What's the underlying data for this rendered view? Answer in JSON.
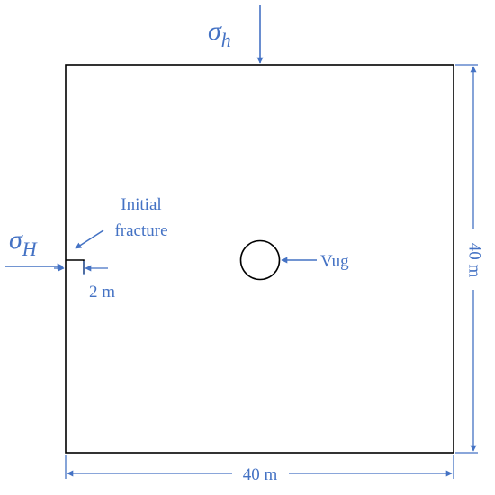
{
  "stress": {
    "vertical_symbol": "σ",
    "vertical_subscript": "h",
    "horizontal_symbol": "σ",
    "horizontal_subscript": "H"
  },
  "labels": {
    "initial_fracture_line1": "Initial",
    "initial_fracture_line2": "fracture",
    "fracture_length": "2 m",
    "vug": "Vug",
    "width_dimension": "40 m",
    "height_dimension": "40 m"
  },
  "colors": {
    "annotation": "#4472c4",
    "domain_outline": "#000000"
  }
}
